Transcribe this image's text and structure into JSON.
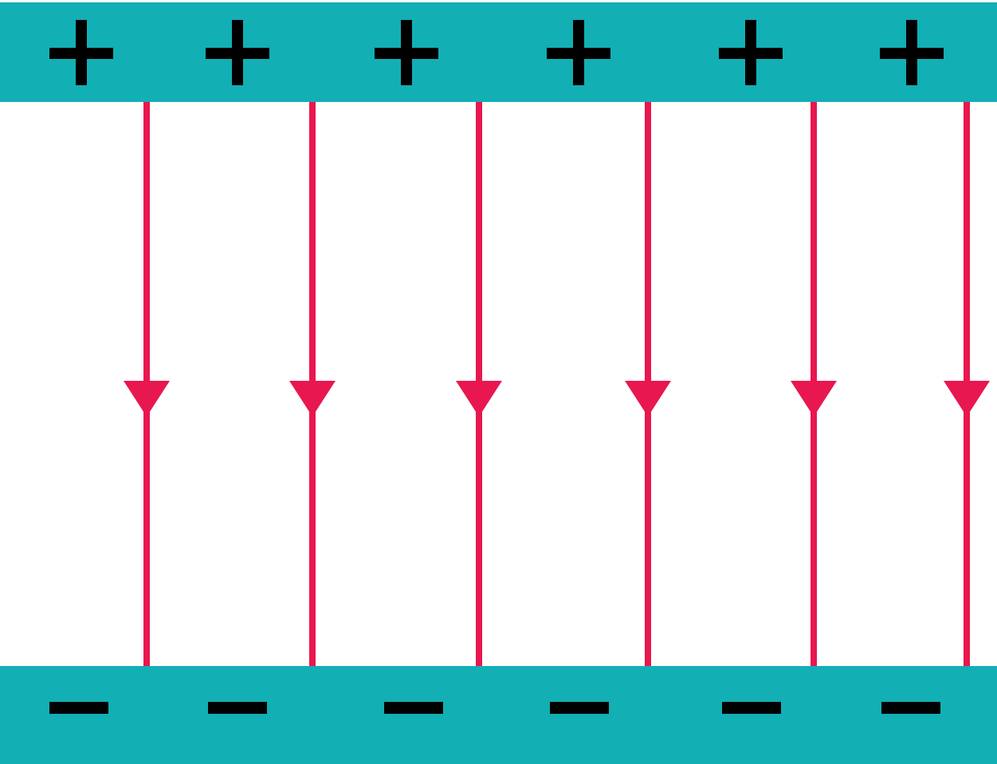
{
  "plates": {
    "top": {
      "charge": "positive",
      "symbol_count": 6
    },
    "bottom": {
      "charge": "negative",
      "symbol_count": 6
    }
  },
  "field_lines": {
    "count": 6,
    "direction": "down"
  },
  "colors": {
    "plate": "#12afb5",
    "field_line": "#e8174f",
    "charge_symbol": "#000000",
    "background": "#ffffff"
  },
  "icons": {
    "positive_charge": "plus-icon",
    "negative_charge": "minus-icon",
    "field_direction": "arrowhead-down-icon"
  }
}
